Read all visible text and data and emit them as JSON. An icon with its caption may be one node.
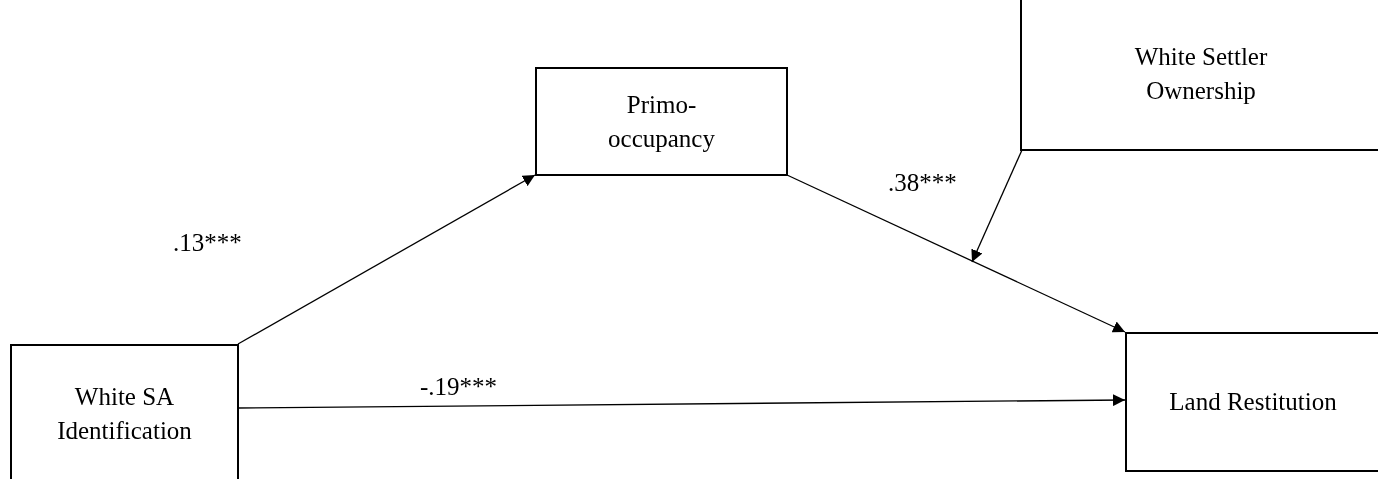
{
  "diagram": {
    "nodes": [
      {
        "text": [
          "White SA Identification"
        ]
      },
      {
        "text": [
          "Primo-occupancy"
        ]
      },
      {
        "text": [
          "White Settler Ownership"
        ]
      },
      {
        "text": [
          "Land Restitution"
        ]
      }
    ],
    "edges": [
      {
        "from": 0,
        "to": 1,
        "arrow": "to",
        "label": ".13***"
      },
      {
        "from": 1,
        "to": 3,
        "arrow": "to",
        "label": ".38***"
      },
      {
        "from": 0,
        "to": 3,
        "arrow": "to",
        "label": "-.19***"
      },
      {
        "from": 2,
        "to": null,
        "arrow": "to"
      }
    ]
  }
}
